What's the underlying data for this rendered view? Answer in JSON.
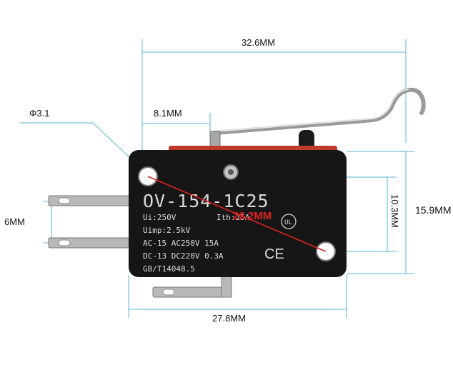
{
  "colors": {
    "dimension_line": "#5ab4d6",
    "body": "#161616",
    "metal": "#b8b8b8",
    "red_diagonal": "#e02020",
    "red_part": "#c0392b",
    "print": "#d9d9d9"
  },
  "dimensions": {
    "overall_length": "32.6MM",
    "hole_diameter": "Φ3.1",
    "hole_offset": "8.1MM",
    "terminal_spacing": "6MM",
    "hole_spacing_vertical": "10.3MM",
    "body_height": "15.9MM",
    "hole_diagonal": "22.2MM",
    "body_length": "27.8MM"
  },
  "body_print": {
    "model": "OV-154-1C25",
    "line_ui": "Ui:250V",
    "line_ith": "Ith:25A",
    "line_uimp": "Uimp:2.5kV",
    "line_ac": "AC-15 AC250V 15A",
    "line_dc": "DC-13 DC220V 0.3A",
    "line_std": "GB/T14048.5",
    "ce_mark": "CE",
    "ul_mark": "UL"
  }
}
